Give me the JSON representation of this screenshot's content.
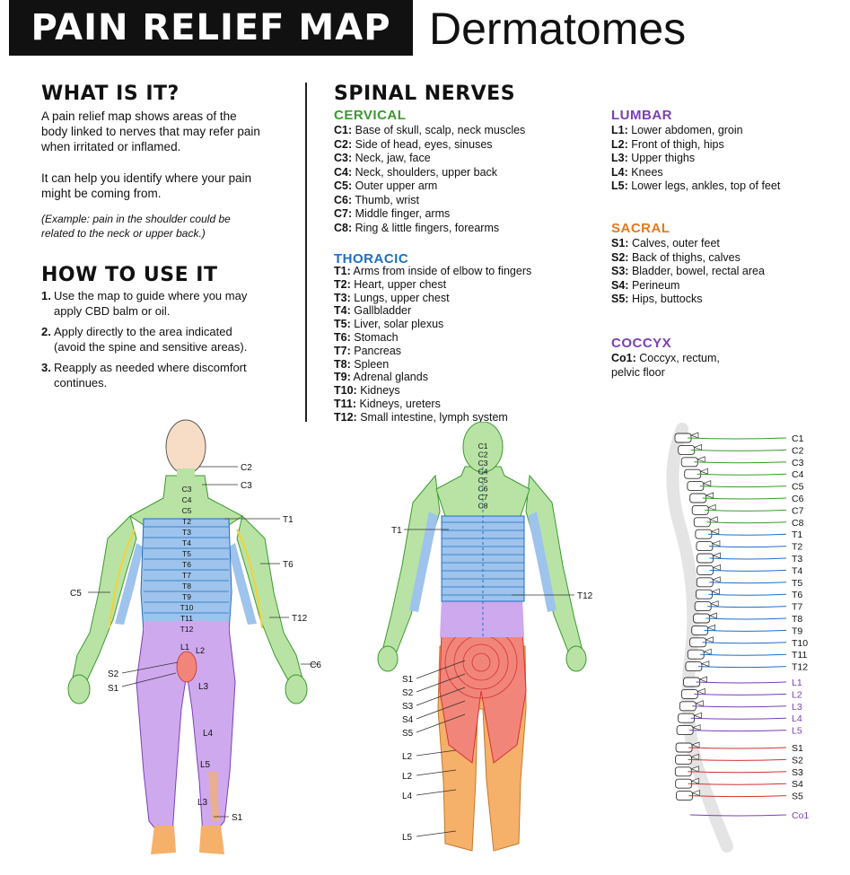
{
  "header": {
    "title": "PAIN RELIEF MAP",
    "subtitle": "Dermatomes"
  },
  "what": {
    "heading": "WHAT IS IT?",
    "para1": "A pain relief map shows areas of the body linked to nerves that may refer pain when irritated or inflamed.",
    "para2": "It can help you identify where your pain might be coming from.",
    "example": "(Example: pain in the shoulder could be related to the neck or upper back.)"
  },
  "how": {
    "heading": "HOW TO USE IT",
    "steps": [
      {
        "num": "1.",
        "text": "Use the map to guide where you may apply CBD balm or oil."
      },
      {
        "num": "2.",
        "text": "Apply directly to the area indicated (avoid the spine and sensitive areas)."
      },
      {
        "num": "3.",
        "text": "Reapply as needed where discomfort continues."
      }
    ]
  },
  "spinal": {
    "heading": "SPINAL NERVES",
    "cervical": {
      "label": "CERVICAL",
      "color": "#3a9a2e",
      "items": [
        {
          "code": "C1:",
          "desc": "Base of skull, scalp, neck muscles"
        },
        {
          "code": "C2:",
          "desc": "Side of head, eyes, sinuses"
        },
        {
          "code": "C3:",
          "desc": "Neck, jaw, face"
        },
        {
          "code": "C4:",
          "desc": "Neck, shoulders, upper back"
        },
        {
          "code": "C5:",
          "desc": "Outer upper arm"
        },
        {
          "code": "C6:",
          "desc": "Thumb, wrist"
        },
        {
          "code": "C7:",
          "desc": "Middle finger, arms"
        },
        {
          "code": "C8:",
          "desc": "Ring & little fingers, forearms"
        }
      ]
    },
    "thoracic": {
      "label": "THORACIC",
      "color": "#1f6fc4",
      "items": [
        {
          "code": "T1:",
          "desc": "Arms from inside of elbow to fingers"
        },
        {
          "code": "T2:",
          "desc": "Heart, upper chest"
        },
        {
          "code": "T3:",
          "desc": "Lungs, upper chest"
        },
        {
          "code": "T4:",
          "desc": "Gallbladder"
        },
        {
          "code": "T5:",
          "desc": "Liver, solar plexus"
        },
        {
          "code": "T6:",
          "desc": "Stomach"
        },
        {
          "code": "T7:",
          "desc": "Pancreas"
        },
        {
          "code": "T8:",
          "desc": "Spleen"
        },
        {
          "code": "T9:",
          "desc": "Adrenal glands"
        },
        {
          "code": "T10:",
          "desc": "Kidneys"
        },
        {
          "code": "T11:",
          "desc": "Kidneys, ureters"
        },
        {
          "code": "T12:",
          "desc": "Small intestine, lymph system"
        }
      ]
    },
    "lumbar": {
      "label": "LUMBAR",
      "color": "#7b3fb5",
      "items": [
        {
          "code": "L1:",
          "desc": "Lower abdomen, groin"
        },
        {
          "code": "L2:",
          "desc": "Front of thigh, hips"
        },
        {
          "code": "L3:",
          "desc": "Upper thighs"
        },
        {
          "code": "L4:",
          "desc": "Knees"
        },
        {
          "code": "L5:",
          "desc": "Lower legs, ankles, top of feet"
        }
      ]
    },
    "sacral": {
      "label": "SACRAL",
      "color": "#e07a1f",
      "items": [
        {
          "code": "S1:",
          "desc": "Calves, outer feet"
        },
        {
          "code": "S2:",
          "desc": "Back of thighs, calves"
        },
        {
          "code": "S3:",
          "desc": "Bladder, bowel, rectal area"
        },
        {
          "code": "S4:",
          "desc": "Perineum"
        },
        {
          "code": "S5:",
          "desc": "Hips, buttocks"
        }
      ]
    },
    "coccyx": {
      "label": "COCCYX",
      "color": "#7b3fb5",
      "items": [
        {
          "code": "Co1:",
          "desc": "Coccyx, rectum, pelvic floor"
        }
      ]
    }
  },
  "front_labels": {
    "C2": "C2",
    "C3": "C3",
    "T1": "T1",
    "T6": "T6",
    "C5": "C5",
    "T12": "T12",
    "C6": "C6",
    "S2": "S2",
    "S1": "S1",
    "L3": "L3",
    "L4": "L4",
    "L5": "L5",
    "L3b": "L3",
    "S1b": "S1",
    "L1": "L1",
    "L2": "L2",
    "bands": [
      "C3",
      "C4",
      "C5",
      "T2",
      "T3",
      "T4",
      "T5",
      "T6",
      "T7",
      "T8",
      "T9",
      "T10",
      "T11",
      "T12"
    ]
  },
  "back_labels": {
    "spine": [
      "C1",
      "C2",
      "C3",
      "C4",
      "C5",
      "C6",
      "C7",
      "C8"
    ],
    "T1": "T1",
    "T12": "T12",
    "left": [
      "S1",
      "S2",
      "S3",
      "S4",
      "S5",
      "L2",
      "L2",
      "L4",
      "L5"
    ]
  },
  "spine_labels": [
    "C1",
    "C2",
    "C3",
    "C4",
    "C5",
    "C6",
    "C7",
    "C8",
    "T1",
    "T2",
    "T3",
    "T4",
    "T5",
    "T6",
    "T7",
    "T8",
    "T9",
    "T10",
    "T11",
    "T12",
    "L1",
    "L2",
    "L3",
    "L4",
    "L5",
    "S1",
    "S2",
    "S3",
    "S4",
    "S5",
    "Co1"
  ],
  "colors": {
    "green": "#b9e3a5",
    "green_line": "#3a9a2e",
    "blue": "#9ec3ec",
    "blue_line": "#1f6fc4",
    "purple": "#cfa9ee",
    "purple_line": "#7b3fb5",
    "salmon": "#f2857a",
    "red_line": "#d33232",
    "orange": "#f5b06a",
    "skin": "#f7dcc6"
  }
}
